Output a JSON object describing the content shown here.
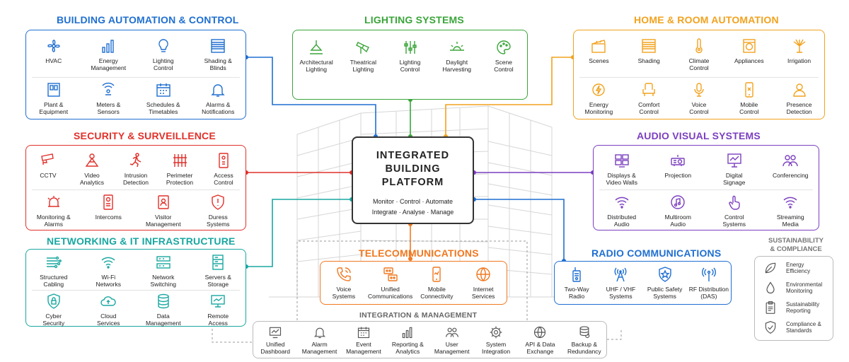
{
  "colors": {
    "building": "#1f6fd1",
    "lighting": "#3aa53a",
    "home": "#f2a21e",
    "security": "#e0312b",
    "av": "#7b3fbf",
    "network": "#1aa7a1",
    "telecom": "#f07820",
    "radio": "#1f6fd1",
    "gray": "#666666"
  },
  "building": {
    "title": "BUILDING AUTOMATION & CONTROL",
    "items": [
      {
        "label": "HVAC",
        "icon": "fan-icon"
      },
      {
        "label": "Energy\nManagement",
        "icon": "bar-chart-icon"
      },
      {
        "label": "Lighting\nControl",
        "icon": "bulb-icon"
      },
      {
        "label": "Shading &\nBlinds",
        "icon": "blinds-icon"
      },
      {
        "label": "Plant &\nEquipment",
        "icon": "panel-icon"
      },
      {
        "label": "Meters &\nSensors",
        "icon": "sensor-icon"
      },
      {
        "label": "Schedules &\nTimetables",
        "icon": "calendar-icon"
      },
      {
        "label": "Alarms &\nNotifications",
        "icon": "bell-icon"
      }
    ]
  },
  "lighting": {
    "title": "LIGHTING SYSTEMS",
    "items": [
      {
        "label": "Architectural\nLighting",
        "icon": "pendant-lamp-icon"
      },
      {
        "label": "Theatrical\nLighting",
        "icon": "spotlight-icon"
      },
      {
        "label": "Lighting\nControl",
        "icon": "sliders-icon"
      },
      {
        "label": "Daylight\nHarvesting",
        "icon": "sun-icon"
      },
      {
        "label": "Scene\nControl",
        "icon": "palette-icon"
      }
    ]
  },
  "home": {
    "title": "HOME & ROOM AUTOMATION",
    "items": [
      {
        "label": "Scenes",
        "icon": "clapper-icon"
      },
      {
        "label": "Shading",
        "icon": "blinds-icon"
      },
      {
        "label": "Climate\nControl",
        "icon": "thermometer-icon"
      },
      {
        "label": "Appliances",
        "icon": "washer-icon"
      },
      {
        "label": "Irrigation",
        "icon": "sprinkler-icon"
      },
      {
        "label": "Energy\nMonitoring",
        "icon": "energy-icon"
      },
      {
        "label": "Comfort\nControl",
        "icon": "chair-icon"
      },
      {
        "label": "Voice\nControl",
        "icon": "microphone-icon"
      },
      {
        "label": "Mobile\nControl",
        "icon": "mobile-icon"
      },
      {
        "label": "Presence\nDetection",
        "icon": "person-icon"
      }
    ]
  },
  "security": {
    "title": "SECURITY & SURVEILLENCE",
    "items": [
      {
        "label": "CCTV",
        "icon": "camera-icon"
      },
      {
        "label": "Video\nAnalytics",
        "icon": "analytics-icon"
      },
      {
        "label": "Intrusion\nDetection",
        "icon": "runner-icon"
      },
      {
        "label": "Perimeter\nProtection",
        "icon": "fence-icon"
      },
      {
        "label": "Access\nControl",
        "icon": "keypad-icon"
      },
      {
        "label": "Monitoring &\nAlarms",
        "icon": "alarm-icon"
      },
      {
        "label": "Intercoms",
        "icon": "intercom-icon"
      },
      {
        "label": "Visitor\nManagement",
        "icon": "id-badge-icon"
      },
      {
        "label": "Duress\nSystems",
        "icon": "warning-shield-icon"
      }
    ]
  },
  "av": {
    "title": "AUDIO VISUAL SYSTEMS",
    "items": [
      {
        "label": "Displays &\nVideo Walls",
        "icon": "video-wall-icon"
      },
      {
        "label": "Projection",
        "icon": "projector-icon"
      },
      {
        "label": "Digital\nSignage",
        "icon": "signage-icon"
      },
      {
        "label": "Conferencing",
        "icon": "people-icon"
      },
      {
        "label": "Distributed\nAudio",
        "icon": "wifi-icon"
      },
      {
        "label": "Multiroom\nAudio",
        "icon": "music-icon"
      },
      {
        "label": "Control\nSystems",
        "icon": "touch-icon"
      },
      {
        "label": "Streaming\nMedia",
        "icon": "stream-icon"
      }
    ]
  },
  "network": {
    "title": "NETWORKING & IT INFRASTRUCTURE",
    "items": [
      {
        "label": "Structured\nCabling",
        "icon": "cabling-icon"
      },
      {
        "label": "Wi-Fi\nNetworks",
        "icon": "wifi-icon"
      },
      {
        "label": "Network\nSwitching",
        "icon": "switch-icon"
      },
      {
        "label": "Servers &\nStorage",
        "icon": "server-icon"
      },
      {
        "label": "Cyber\nSecurity",
        "icon": "shield-lock-icon"
      },
      {
        "label": "Cloud\nServices",
        "icon": "cloud-icon"
      },
      {
        "label": "Data\nManagement",
        "icon": "database-icon"
      },
      {
        "label": "Remote\nAccess",
        "icon": "monitor-icon"
      }
    ]
  },
  "telecom": {
    "title": "TELECOMMUNICATIONS",
    "items": [
      {
        "label": "Voice\nSystems",
        "icon": "phone-icon"
      },
      {
        "label": "Unified\nCommunications",
        "icon": "chat-icon"
      },
      {
        "label": "Mobile\nConnectivity",
        "icon": "mobile-icon"
      },
      {
        "label": "Internet\nServices",
        "icon": "globe-icon"
      }
    ]
  },
  "radio": {
    "title": "RADIO COMMUNICATIONS",
    "items": [
      {
        "label": "Two-Way\nRadio",
        "icon": "radio-icon"
      },
      {
        "label": "UHF / VHF\nSystems",
        "icon": "tower-icon"
      },
      {
        "label": "Public Safety\nSystems",
        "icon": "badge-star-icon"
      },
      {
        "label": "RF Distribution\n(DAS)",
        "icon": "antenna-icon"
      }
    ]
  },
  "center": {
    "title": "INTEGRATED\nBUILDING\nPLATFORM",
    "line1": "Monitor  ·  Control  ·  Automate",
    "line2": "Integrate  ·  Analyse  ·  Manage"
  },
  "integration": {
    "title": "INTEGRATION & MANAGEMENT",
    "items": [
      {
        "label": "Unified\nDashboard",
        "icon": "dashboard-icon"
      },
      {
        "label": "Alarm\nManagement",
        "icon": "bell-icon"
      },
      {
        "label": "Event\nManagement",
        "icon": "calendar-icon"
      },
      {
        "label": "Reporting &\nAnalytics",
        "icon": "bar-chart-icon"
      },
      {
        "label": "User\nManagement",
        "icon": "people-icon"
      },
      {
        "label": "System\nIntegration",
        "icon": "gear-icon"
      },
      {
        "label": "API & Data\nExchange",
        "icon": "globe-icon"
      },
      {
        "label": "Backup &\nRedundancy",
        "icon": "backup-icon"
      }
    ]
  },
  "sustainability": {
    "title": "SUSTAINABILITY\n& COMPLIANCE",
    "items": [
      {
        "label": "Energy\nEfficiency",
        "icon": "leaf-icon"
      },
      {
        "label": "Environmental\nMonitoring",
        "icon": "drop-icon"
      },
      {
        "label": "Sustainability\nReporting",
        "icon": "clipboard-icon"
      },
      {
        "label": "Compliance &\nStandards",
        "icon": "shield-check-icon"
      }
    ]
  }
}
